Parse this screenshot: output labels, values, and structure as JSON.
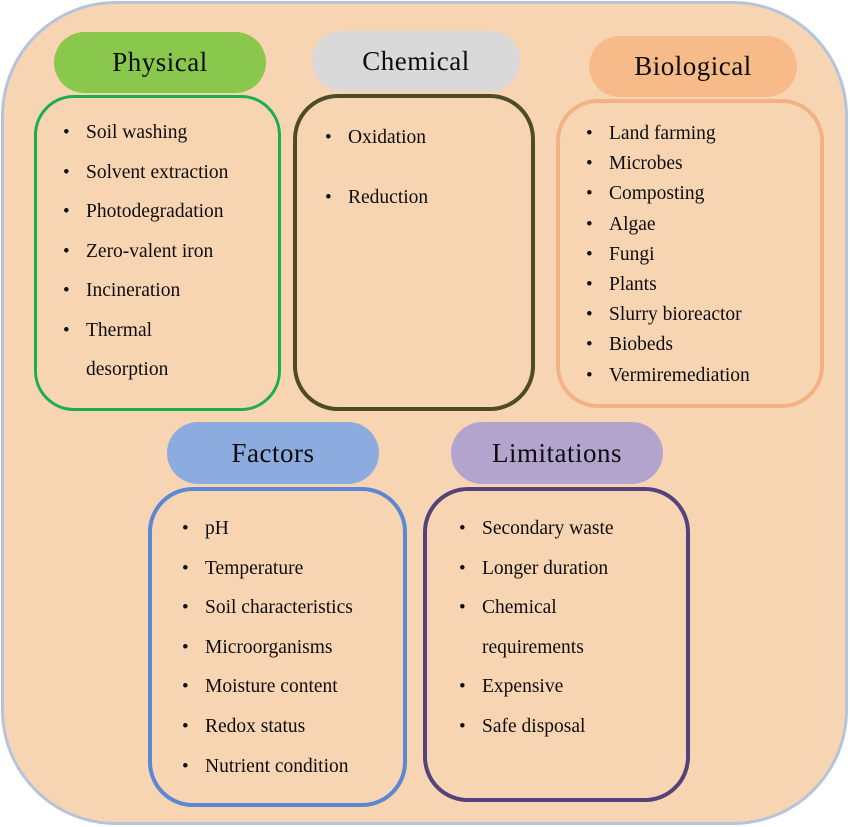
{
  "canvas": {
    "background_color": "#f8d5b2",
    "outer_border_color": "#b5c3dd",
    "page_color": "#ffffff",
    "text_color": "#0d0d0d"
  },
  "groups": {
    "physical": {
      "label": "Physical",
      "pill_color": "#89c84c",
      "box_border_color": "#1cae4c",
      "items": [
        "Soil washing",
        "Solvent extraction",
        "Photodegradation",
        "Zero-valent iron",
        "Incineration",
        "Thermal\ndesorption"
      ]
    },
    "chemical": {
      "label": "Chemical",
      "pill_color": "#d9d9d9",
      "box_border_color": "#4e4b27",
      "items": [
        "Oxidation",
        "Reduction"
      ]
    },
    "biological": {
      "label": "Biological",
      "pill_color": "#f6bb88",
      "box_border_color": "#f3b285",
      "items": [
        "Land farming",
        "Microbes",
        "Composting",
        "Algae",
        "Fungi",
        "Plants",
        "Slurry bioreactor",
        "Biobeds",
        "Vermiremediation"
      ]
    },
    "factors": {
      "label": "Factors",
      "pill_color": "#8cabdf",
      "box_border_color": "#5b87d5",
      "items": [
        "pH",
        "Temperature",
        "Soil characteristics",
        "Microorganisms",
        "Moisture content",
        "Redox status",
        "Nutrient condition"
      ]
    },
    "limitations": {
      "label": "Limitations",
      "pill_color": "#b2a4cd",
      "box_border_color": "#53427b",
      "items": [
        "Secondary waste",
        "Longer duration",
        "Chemical\nrequirements",
        "Expensive",
        "Safe disposal"
      ]
    }
  }
}
